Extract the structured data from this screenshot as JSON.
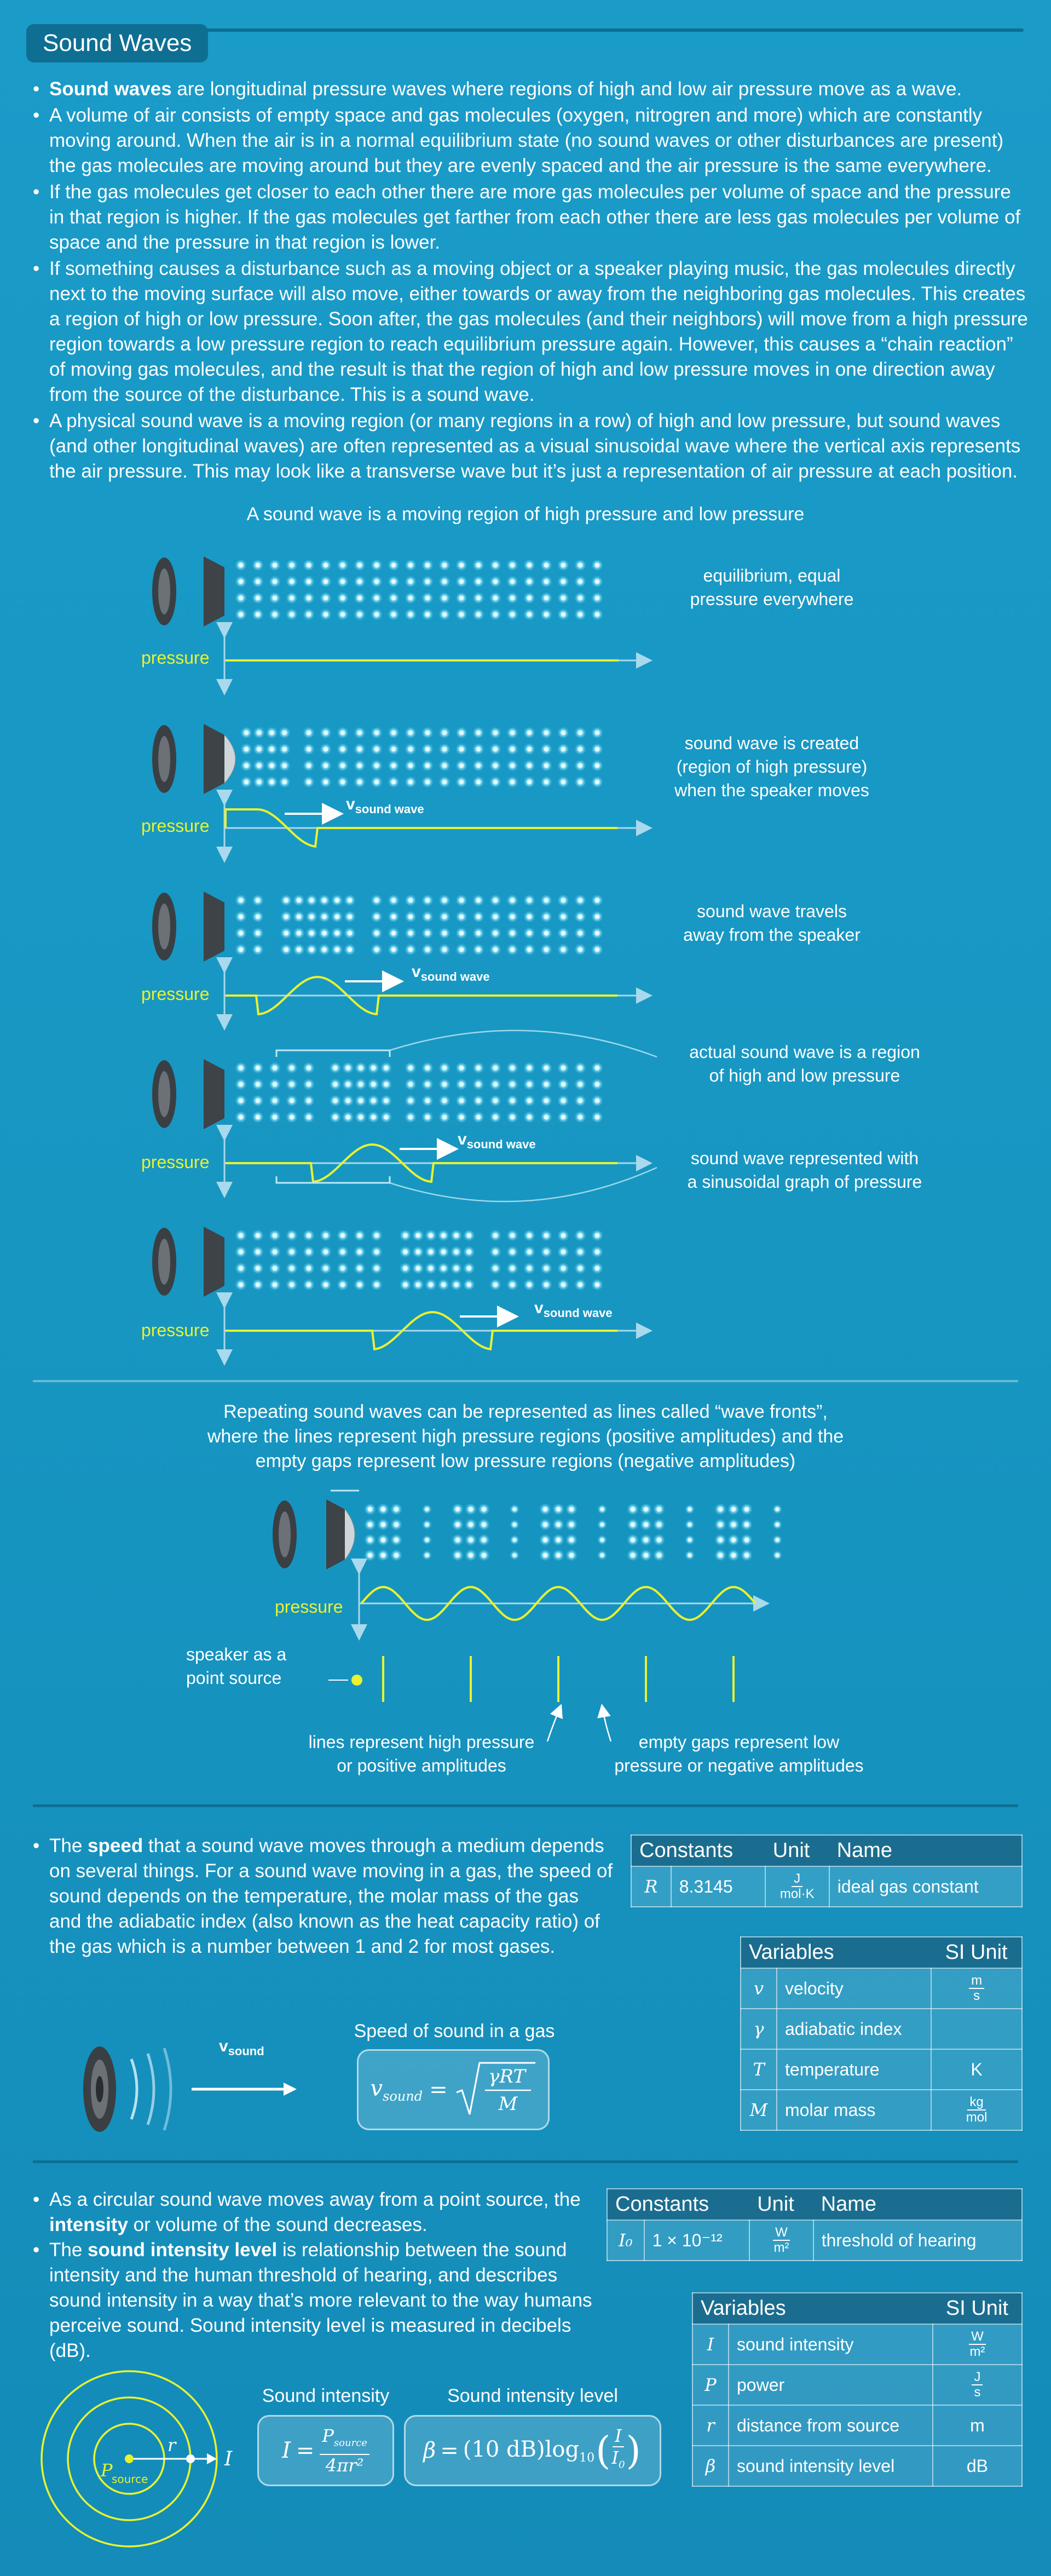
{
  "title": "Sound Waves",
  "intro_bullets": [
    {
      "bold": "Sound waves",
      "rest": " are longitudinal pressure waves where regions of high and low air pressure move as a wave."
    },
    {
      "bold": "",
      "rest": "A volume of air consists of empty space and gas molecules (oxygen, nitrogren and more) which are constantly moving around. When the air is in a normal equilibrium state (no sound waves or other disturbances are present) the gas molecules are moving around but they are evenly spaced and the air pressure is the same everywhere."
    },
    {
      "bold": "",
      "rest": "If the gas molecules get closer to each other there are more gas molecules per volume of space and the pressure in that region is higher. If the gas molecules get farther from each other there are less gas molecules per volume of space and the pressure in that region is lower."
    },
    {
      "bold": "",
      "rest": "If something causes a disturbance such as a moving object or a speaker playing music, the gas molecules directly next to the moving surface will also move, either towards or away from the neighboring gas molecules. This creates a region of high or low pressure. Soon after, the gas molecules (and their neighbors) will move from a high pressure region towards a low pressure region to reach equilibrium pressure again. However, this causes a “chain reaction” of moving gas molecules, and the result is that the region of high and low pressure moves in one direction away from the source of the disturbance. This is a sound wave."
    },
    {
      "bold": "",
      "rest": "A physical sound wave is a moving region (or many regions in a row) of high and low pressure, but sound waves (and other longitudinal waves) are often represented as a visual sinusoidal wave where the vertical axis represents the air pressure. This may look like a transverse wave but it’s just a representation of air pressure at each position."
    }
  ],
  "diagram1": {
    "caption": "A sound wave is a moving region of high pressure and low pressure",
    "pressure_label": "pressure",
    "v_label": "v",
    "v_sub": "sound wave",
    "notes": [
      "equilibrium, equal\npressure everywhere",
      "sound wave is created\n(region of high pressure)\nwhen the speaker moves",
      "sound wave travels\naway from the speaker",
      "actual sound wave is a region\nof high and low pressure",
      "sound wave represented with\na sinusoidal graph of pressure"
    ]
  },
  "diagram2": {
    "caption": "Repeating sound waves can be represented as lines called “wave fronts”, where the lines represent high pressure regions (positive amplitudes) and the empty gaps represent low pressure regions (negative amplitudes)",
    "pressure_label": "pressure",
    "point_source": "speaker as a\npoint source",
    "lines_note": "lines represent high pressure\nor positive amplitudes",
    "gaps_note": "empty gaps represent low\npressure or negative amplitudes"
  },
  "speed_section": {
    "text_pre": "The ",
    "text_bold": "speed",
    "text_post": " that a sound wave moves through a medium depends on several things. For a sound wave moving in a gas, the speed of sound depends on the temperature, the molar mass of the gas and the adiabatic index (also known as the heat capacity ratio) of the gas which is a number between 1 and 2 for most gases.",
    "v_label": "v",
    "v_sub": "sound",
    "formula_title": "Speed of sound in a gas",
    "constants": {
      "headers": [
        "Constants",
        "Unit",
        "Name"
      ],
      "rows": [
        {
          "sym": "R",
          "value": "8.3145",
          "unit_n": "J",
          "unit_d": "mol·K",
          "name": "ideal gas constant"
        }
      ]
    },
    "variables": {
      "headers": [
        "Variables",
        "SI Unit"
      ],
      "rows": [
        {
          "sym": "v",
          "name": "velocity",
          "unit_n": "m",
          "unit_d": "s",
          "unit": ""
        },
        {
          "sym": "γ",
          "name": "adiabatic index",
          "unit_n": "",
          "unit_d": "",
          "unit": ""
        },
        {
          "sym": "T",
          "name": "temperature",
          "unit_n": "",
          "unit_d": "",
          "unit": "K"
        },
        {
          "sym": "M",
          "name": "molar mass",
          "unit_n": "kg",
          "unit_d": "mol",
          "unit": ""
        }
      ]
    }
  },
  "intensity_section": {
    "b1_pre": "As a circular sound wave moves away from a point source, the ",
    "b1_bold": "intensity",
    "b1_post": " or volume of the sound decreases.",
    "b2_pre": "The ",
    "b2_bold": "sound intensity level",
    "b2_post": " is relationship between the sound intensity and the human threshold of hearing, and describes sound intensity in a way that’s more relevant to the way humans perceive sound. Sound intensity level is measured in decibels (dB).",
    "formula1_title": "Sound intensity",
    "formula2_title": "Sound intensity level",
    "constants": {
      "headers": [
        "Constants",
        "Unit",
        "Name"
      ],
      "rows": [
        {
          "sym": "I₀",
          "value": "1 × 10⁻¹²",
          "unit_n": "W",
          "unit_d": "m²",
          "name": "threshold of hearing"
        }
      ]
    },
    "variables": {
      "headers": [
        "Variables",
        "SI Unit"
      ],
      "rows": [
        {
          "sym": "I",
          "name": "sound intensity",
          "unit_n": "W",
          "unit_d": "m²",
          "unit": ""
        },
        {
          "sym": "P",
          "name": "power",
          "unit_n": "J",
          "unit_d": "s",
          "unit": ""
        },
        {
          "sym": "r",
          "name": "distance from source",
          "unit_n": "",
          "unit_d": "",
          "unit": "m"
        },
        {
          "sym": "β",
          "name": "sound intensity level",
          "unit_n": "",
          "unit_d": "",
          "unit": "dB"
        }
      ]
    }
  },
  "colors": {
    "background": "#1a9bc8",
    "accent_dark": "#0e6f93",
    "wave": "#e8f230",
    "molecule": "#bff0ff"
  }
}
